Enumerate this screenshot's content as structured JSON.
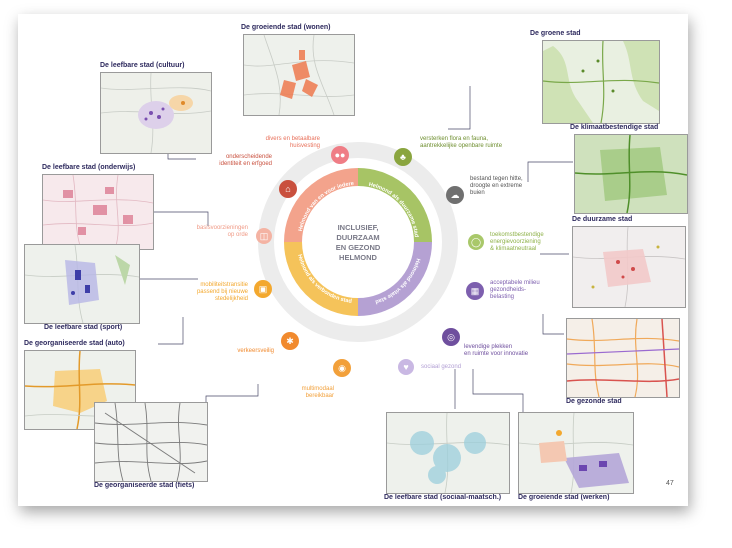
{
  "center": {
    "line1": "INCLUSIEF,",
    "line2": "DUURZAAM",
    "line3": "EN GEZOND",
    "line4": "HELMOND"
  },
  "ring": {
    "q1": "Helmond van en voor iedereen",
    "q2": "Helmond als duurzame stad",
    "q3": "Helmond als vitale stad",
    "q4": "Helmond als verbonden stad"
  },
  "colors": {
    "red": "#e8705a",
    "green": "#8fb24a",
    "purple": "#9b82bf",
    "orange": "#f3b13c"
  },
  "maps": {
    "wonen": "De groeiende stad (wonen)",
    "cultuur": "De leefbare stad (cultuur)",
    "onderwijs": "De leefbare stad (onderwijs)",
    "sport": "De leefbare stad (sport)",
    "auto": "De georganiseerde stad (auto)",
    "fiets": "De georganiseerde stad (fiets)",
    "groene": "De groene stad",
    "klimaat": "De klimaatbestendige stad",
    "duurzaam": "De duurzame stad",
    "gezond": "De gezonde stad",
    "sociaal": "De leefbare stad (sociaal-maatsch.)",
    "werken": "De groeiende stad (werken)"
  },
  "themes": {
    "huisvesting": [
      "divers en betaalbare",
      "huisvesting"
    ],
    "identiteit": [
      "onderscheidende",
      "identiteit en erfgoed"
    ],
    "voorzieningen": [
      "basisvoorzieningen",
      "op orde"
    ],
    "mobiliteit": [
      "mobiliteitstransitie",
      "passend bij nieuwe",
      "stedelijkheid"
    ],
    "verkeersveilig": [
      "verkeersveilig"
    ],
    "multimodaal": [
      "multimodaal",
      "bereikbaar"
    ],
    "flora": [
      "versterken flora en fauna,",
      "aantrekkelijke openbare ruimte"
    ],
    "hitte": [
      "bestand tegen hitte,",
      "droogte en extreme",
      "buien"
    ],
    "energie": [
      "toekomstbestendige",
      "energievoorziening",
      "& klimaatneutraal"
    ],
    "milieu": [
      "acceptabele milieu",
      "gezondheids-",
      "belasting"
    ],
    "levendig": [
      "levendige plekken",
      "en ruimte voor innovatie"
    ],
    "sociaal": [
      "sociaal gezond"
    ]
  },
  "page_number": "47"
}
